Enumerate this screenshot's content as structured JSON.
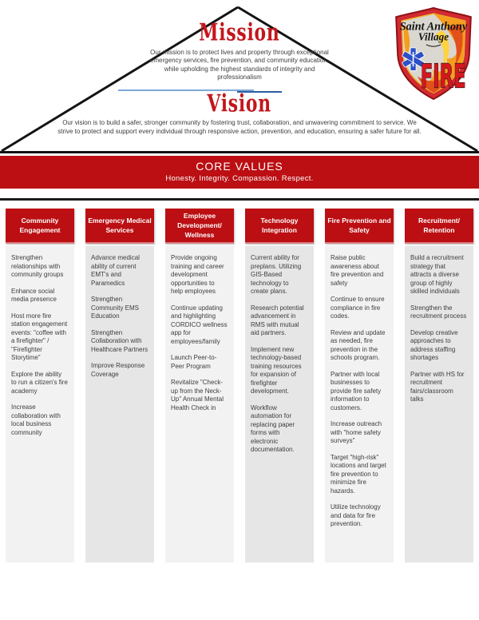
{
  "logo": {
    "org_line1": "Saint Anthony",
    "org_line2": "Village",
    "dept": "FIRE"
  },
  "mission": {
    "title": "Mission",
    "text": "Our mission is to protect lives and property through exceptional emergency services, fire prevention, and community education, while upholding the highest standards of integrity and professionalism"
  },
  "vision": {
    "title": "Vision",
    "text": "Our vision is to build a safer, stronger community by fostering trust, collaboration, and unwavering commitment to service. We strive to protect and support every individual through responsive action, prevention, and education, ensuring a safer future for all."
  },
  "core_values": {
    "title": "CORE VALUES",
    "subtitle": "Honesty. Integrity. Compassion. Respect."
  },
  "colors": {
    "accent_red": "#bb0f13",
    "title_red": "#c3161c",
    "column_light": "#f2f2f2",
    "column_dark": "#e6e6e6",
    "divider_blue_light": "#7da7d9",
    "divider_blue_dark": "#2e5fa3"
  },
  "pillars": [
    {
      "title": "Community Engagement",
      "shade": "light",
      "items": [
        "Strengthen relationships with community groups",
        "Enhance social media presence",
        "Host more fire station engagement events: \"coffee with a firefighter\" / \"Firefighter Storytime\"",
        "Explore the ability to run a citizen's fire academy",
        "Increase collaboration with local business community"
      ]
    },
    {
      "title": "Emergency Medical Services",
      "shade": "dark",
      "items": [
        "Advance medical ability of current EMT's and Paramedics",
        "Strengthen Community EMS Education",
        "Strengthen Collaboration with Healthcare Partners",
        "Improve Response Coverage"
      ]
    },
    {
      "title": "Employee Development/ Wellness",
      "shade": "light",
      "items": [
        "Provide ongoing training and career development opportunities to help employees",
        "Continue updating and highlighting CORDICO wellness app for employees/family",
        "Launch Peer-to-Peer Program",
        "Revitalize \"Check-up from the Neck-Up\" Annual Mental Health Check in"
      ]
    },
    {
      "title": "Technology Integration",
      "shade": "dark",
      "items": [
        "Current ability for preplans. Utilizing GIS-Based technology to create plans.",
        "Research potential advancement in RMS with mutual aid partners.",
        "Implement new technology-based training resources for expansion of firefighter development.",
        "Workflow automation for replacing paper forms with electronic documentation."
      ]
    },
    {
      "title": "Fire Prevention and Safety",
      "shade": "light",
      "items": [
        "Raise public awareness about fire prevention and safety",
        "Continue to ensure compliance in fire codes.",
        "Review and update as needed, fire prevention in the schools program.",
        "Partner with local businesses to provide fire safety information to customers.",
        "Increase outreach with \"home safety surveys\"",
        "Target \"high-risk\" locations and target fire prevention to minimize fire hazards.",
        "Utilize technology and data for fire prevention."
      ]
    },
    {
      "title": "Recruitment/ Retention",
      "shade": "dark",
      "items": [
        "Build a recruitment strategy that attracts a diverse group of highly skilled individuals",
        "Strengthen the recruitment process",
        "Develop creative approaches to address staffing shortages",
        "Partner with HS for recruitment fairs/classroom talks"
      ]
    }
  ]
}
